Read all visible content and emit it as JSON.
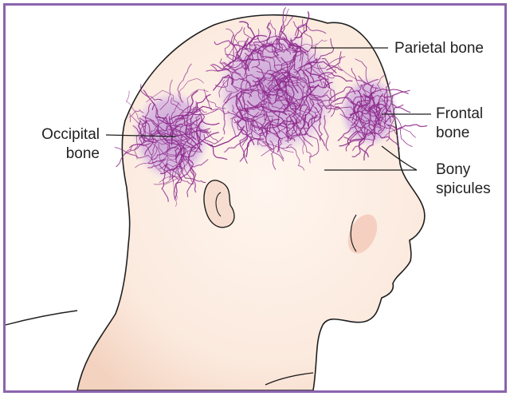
{
  "labels": {
    "parietal": "Parietal bone",
    "frontal": [
      "Frontal",
      "bone"
    ],
    "occipital": [
      "Occipital",
      "bone"
    ],
    "spicules": [
      "Bony",
      "spicules"
    ]
  },
  "colors": {
    "frame": "#8a63ad",
    "skin": "#fbe9dd",
    "skin_shadow": "#f4d3c0",
    "outline": "#1f1f1f",
    "patch_fill": "#c9a3d6",
    "spicule": "#8e2a8c"
  }
}
